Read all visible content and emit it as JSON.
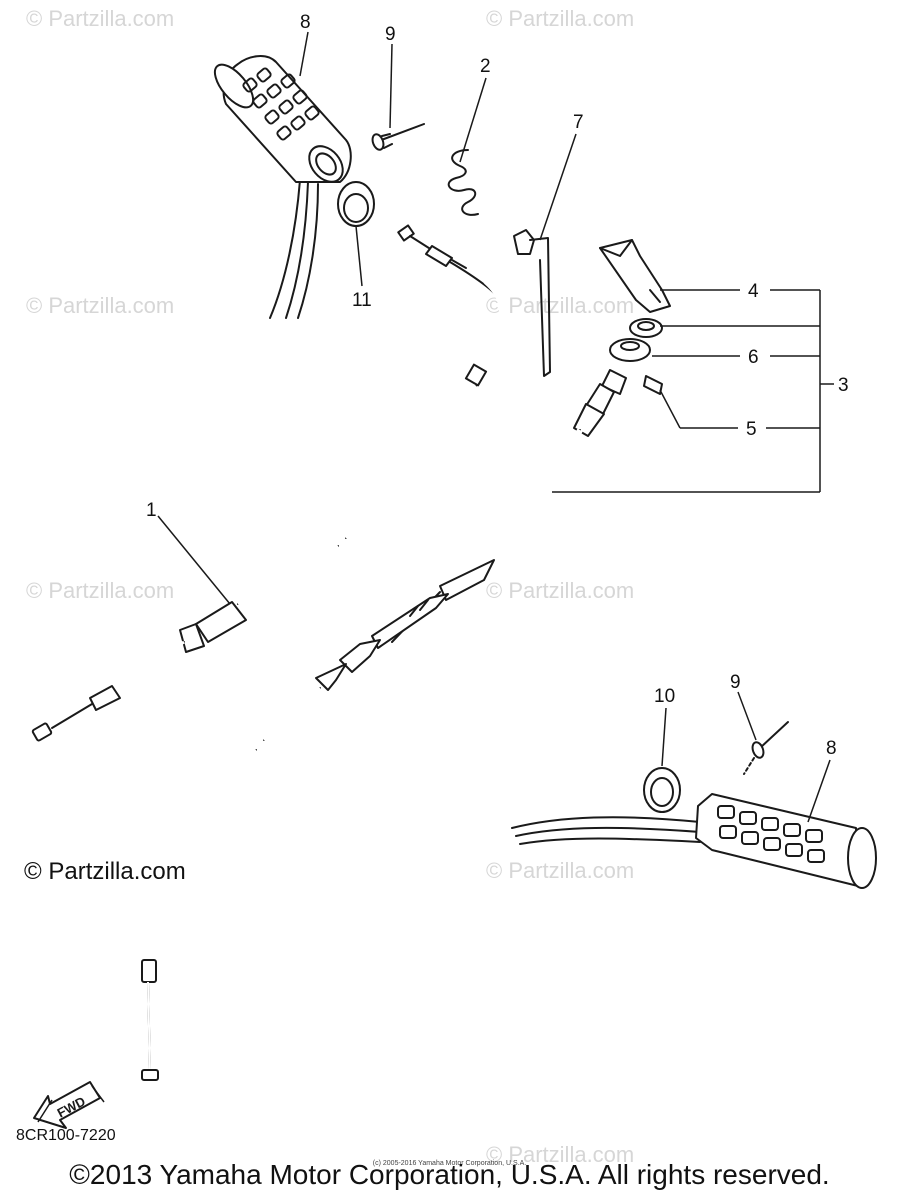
{
  "watermark_text": "© Partzilla.com",
  "prominent_watermark": "© Partzilla.com",
  "diagram_code": "8CR100-7220",
  "copyright_small": "(c) 2005-2016 Yamaha Motor Corporation, U.S.A.",
  "copyright_main": "©2013 Yamaha Motor Corporation, U.S.A. All rights reserved.",
  "fwd_label": "FWD",
  "callouts": {
    "c1": "1",
    "c2": "2",
    "c3": "3",
    "c4": "4",
    "c5": "5",
    "c6": "6",
    "c7": "7",
    "c8_top": "8",
    "c9_top": "9",
    "c11": "11",
    "c10": "10",
    "c9_bottom": "9",
    "c8_bottom": "8"
  },
  "colors": {
    "line": "#1a1a1a",
    "watermark": "#d6d6d6",
    "background": "#ffffff"
  }
}
